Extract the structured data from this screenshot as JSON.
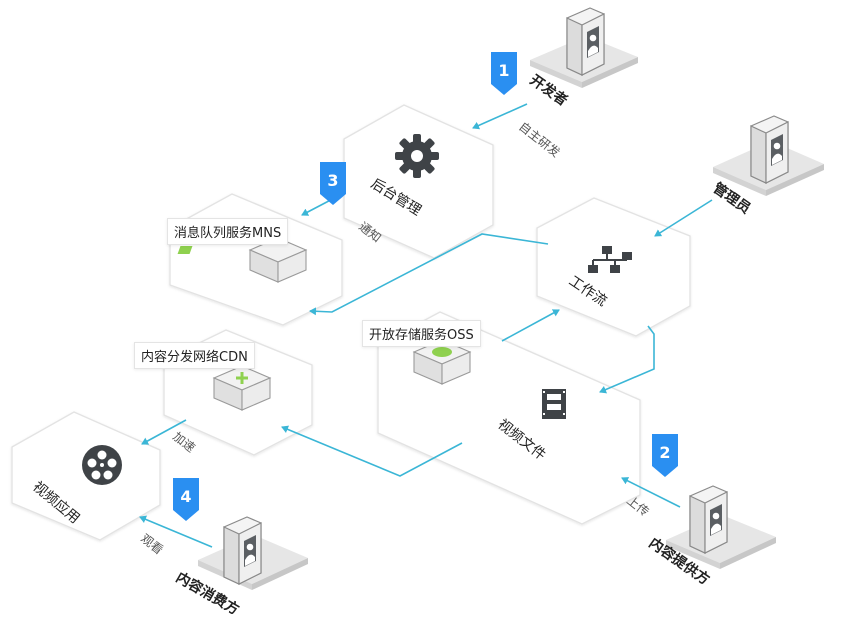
{
  "colors": {
    "flow_line": "#3bb6d6",
    "step_badge": "#2a8ff1",
    "panel_border": "#e3e3e3",
    "platform_top": "#e4e4e4",
    "icon_dark": "#3f4347",
    "service_green": "#8fd14f"
  },
  "steps": {
    "s1": "1",
    "s2": "2",
    "s3": "3",
    "s4": "4"
  },
  "actors": {
    "developer": "开发者",
    "admin": "管理员",
    "provider": "内容提供方",
    "consumer": "内容消费方"
  },
  "nodes": {
    "backend": {
      "label": "后台管理",
      "icon": "gear-icon"
    },
    "workflow": {
      "label": "工作流",
      "icon": "workflow-tree-icon"
    },
    "video_file": {
      "label": "视频文件",
      "icon": "film-strip-icon"
    },
    "video_app": {
      "label": "视频应用",
      "icon": "film-reel-icon"
    },
    "mns": {
      "label": "消息队列服务MNS",
      "icon": "mns-server-icon"
    },
    "oss": {
      "label": "开放存储服务OSS",
      "icon": "oss-server-icon"
    },
    "cdn": {
      "label": "内容分发网络CDN",
      "icon": "cdn-server-icon"
    }
  },
  "edges": {
    "self_dev": "自主研发",
    "notify": "通知",
    "upload": "上传",
    "accelerate": "加速",
    "watch": "观看"
  }
}
